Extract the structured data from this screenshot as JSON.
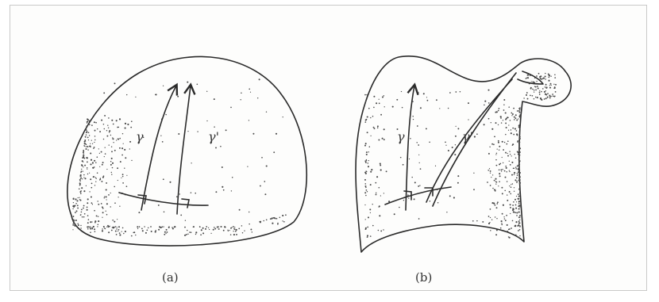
{
  "figure": {
    "panel_a": {
      "caption": "(a)",
      "geodesic_1": "γ",
      "geodesic_2": "γ'"
    },
    "panel_b": {
      "caption": "(b)",
      "geodesic_1": "γ",
      "geodesic_2": "γ'"
    }
  },
  "colors": {
    "ink": "#2a2a2a",
    "frame": "#c9c9c9",
    "background": "#fdfdfc"
  }
}
